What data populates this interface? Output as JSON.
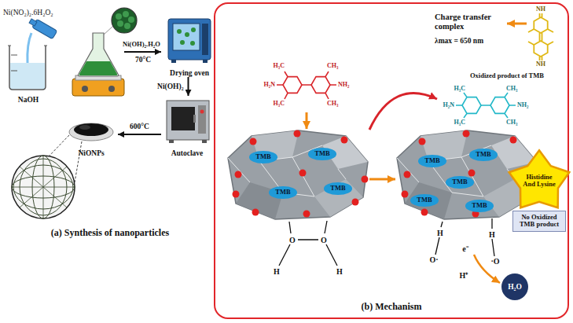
{
  "diagram": {
    "nodes": [
      {
        "text": [
          "NaOH"
        ]
      },
      {
        "text": [
          "Drying oven"
        ]
      },
      {
        "text": [
          "Autoclave"
        ]
      },
      {
        "text": [
          "NiONPs"
        ]
      },
      {
        "text": [
          "(b) Mechanism"
        ]
      },
      {
        "text": [
          "TMB"
        ],
        "in": 4
      },
      {
        "text": [
          "TMB"
        ],
        "in": 4
      },
      {
        "text": [
          "TMB"
        ],
        "in": 4
      },
      {
        "text": [
          "TMB"
        ],
        "in": 4
      },
      {
        "text": [
          "TMB"
        ],
        "in": 4
      },
      {
        "text": [
          "TMB"
        ],
        "in": 4
      },
      {
        "text": [
          "TMB"
        ],
        "in": 4
      },
      {
        "text": [
          "TMB"
        ],
        "in": 4
      },
      {
        "text": [
          "TMB"
        ],
        "in": 4
      },
      {
        "text": [
          "Histidine And Lysine"
        ],
        "in": 4
      },
      {
        "text": [
          "No Oxidized TMB product"
        ],
        "in": 4
      },
      {
        "text": [
          "H₂O"
        ],
        "in": 4
      }
    ],
    "edges": [
      {
        "from": 1,
        "to": 2,
        "arrow": "to",
        "label": "Ni(OH)₂"
      },
      {
        "from": 2,
        "to": 3,
        "arrow": "to",
        "label": "600°C"
      }
    ],
    "labels": [
      "Ni(NO₂)₂.6H₂O₂",
      "Ni(OH)₂.H₂O",
      "70°C",
      "(a) Synthesis of nanoparticles",
      "Charge transfer complex",
      "λmax = 650 nm",
      "NH",
      "NH",
      "Oxidized product of TMB",
      "H₃C",
      "CH₃",
      "H₂N",
      "NH₂",
      "H₃C",
      "CH₃",
      "H₃C",
      "CH₃",
      "H₂N",
      "NH₂",
      "H₃C",
      "CH₃",
      "O",
      "O",
      "H",
      "H",
      "H",
      "H",
      "O·",
      "·O",
      "e⁻",
      "H⁺"
    ]
  }
}
